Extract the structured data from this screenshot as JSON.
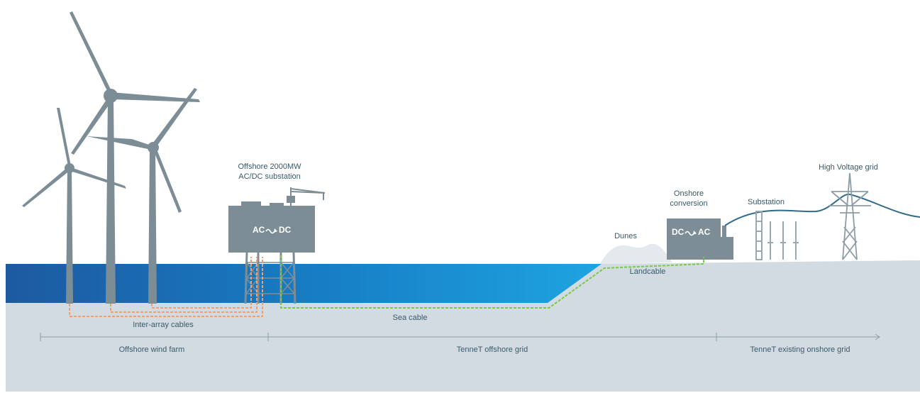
{
  "labels": {
    "substation_offshore_line1": "Offshore 2000MW",
    "substation_offshore_line2": "AC/DC substation",
    "offshore_conversion_ac": "AC",
    "offshore_conversion_dc": "DC",
    "onshore_conversion_line1": "Onshore",
    "onshore_conversion_line2": "conversion",
    "onshore_conversion_dc": "DC",
    "onshore_conversion_ac": "AC",
    "dunes": "Dunes",
    "landcable": "Landcable",
    "substation_onshore": "Substation",
    "high_voltage_grid": "High Voltage grid",
    "inter_array_cables": "Inter-array cables",
    "sea_cable": "Sea cable"
  },
  "sections": [
    {
      "label": "Offshore wind farm"
    },
    {
      "label": "TenneT offshore grid"
    },
    {
      "label": "TenneT existing onshore grid"
    }
  ],
  "colors": {
    "sea_dark": "#1c5aa0",
    "sea_light": "#1fa6e2",
    "ground": "#d2dbe1",
    "structure": "#7c8d96",
    "inter_array_cable": "#f0a070",
    "sea_cable": "#7ac943",
    "text": "#3a5a6a"
  }
}
